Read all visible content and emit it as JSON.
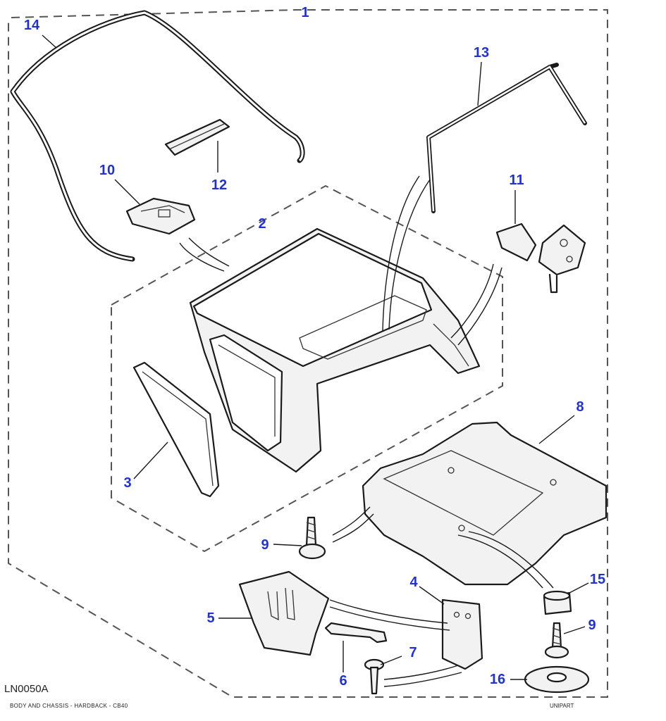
{
  "diagram": {
    "figure_code": "LN0050A",
    "caption": "BODY AND CHASSIS - HARDBACK - CB40",
    "brand": "UNIPART",
    "callouts": [
      {
        "id": "c1",
        "label": "1"
      },
      {
        "id": "c2",
        "label": "2"
      },
      {
        "id": "c3",
        "label": "3"
      },
      {
        "id": "c4",
        "label": "4"
      },
      {
        "id": "c5",
        "label": "5"
      },
      {
        "id": "c6",
        "label": "6"
      },
      {
        "id": "c7",
        "label": "7"
      },
      {
        "id": "c8",
        "label": "8"
      },
      {
        "id": "c9a",
        "label": "9"
      },
      {
        "id": "c9b",
        "label": "9"
      },
      {
        "id": "c10",
        "label": "10"
      },
      {
        "id": "c11",
        "label": "11"
      },
      {
        "id": "c12",
        "label": "12"
      },
      {
        "id": "c13",
        "label": "13"
      },
      {
        "id": "c14",
        "label": "14"
      },
      {
        "id": "c15",
        "label": "15"
      },
      {
        "id": "c16",
        "label": "16"
      }
    ],
    "colors": {
      "callout": "#2233cc",
      "line": "#1a1a1a",
      "dash": "#555555"
    }
  }
}
